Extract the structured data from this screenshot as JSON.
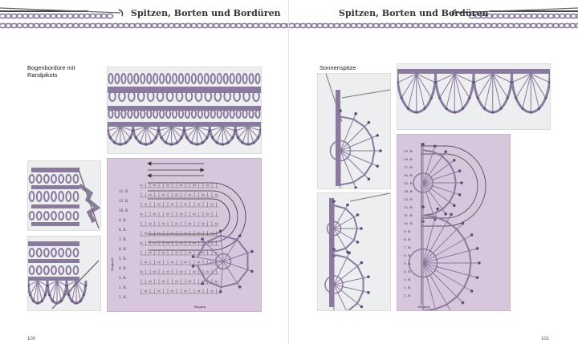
{
  "spread": {
    "left": {
      "header_title": "Spitzen, Borten und Bordüren",
      "caption_lines": [
        "Bogenbordüre mit",
        "Randpikots"
      ],
      "page_number": "100"
    },
    "right": {
      "header_title": "Spitzen, Borten und Bordüren",
      "caption_lines": [
        "Sonnenspitze"
      ],
      "page_number": "101"
    }
  },
  "diagrams": {
    "left": {
      "row_labels": [
        "11. R.",
        "12. R.",
        "10. R.",
        "9. R.",
        "8. R.",
        "7. R.",
        "6. R.",
        "5. R.",
        "4. R.",
        "3. R.",
        "2. R.",
        "1. R."
      ],
      "side_label": "Rapport",
      "bottom_label": "Beginn"
    },
    "right": {
      "row_labels": [
        "19. R.",
        "18. R.",
        "17. R.",
        "16. R.",
        "15. R.",
        "14. R.",
        "13. R.",
        "12. R.",
        "11. R.",
        "10. R.",
        "9. R.",
        "8. R.",
        "7. R.",
        "6. R.",
        "5. R.",
        "4. R.",
        "3. R.",
        "2. R.",
        "1. R."
      ],
      "bottom_label": "Beginn"
    }
  },
  "colors": {
    "yarn": "#8a7a9e",
    "yarn_dark": "#5c4f73",
    "photo_bg": "#eceef0",
    "diagram_bg": "#d8c6dc"
  },
  "icons": [
    "crochet-hook-icon"
  ]
}
